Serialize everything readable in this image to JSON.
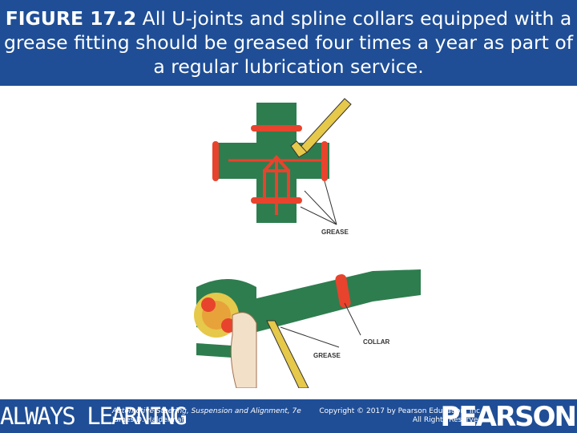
{
  "slide": {
    "figure_label": "FIGURE 17.2",
    "caption": " All U-joints and spline collars equipped with a grease fitting should be greased four times a year as part of a regular lubrication service."
  },
  "illustration": {
    "callout_grease_top": "GREASE",
    "callout_collar": "COLLAR",
    "callout_grease_bottom": "GREASE"
  },
  "footer": {
    "brand_left": "ALWAYS LEARNING",
    "book_title": "Automotive Steering, Suspension and Alignment, 7e",
    "book_author": "James D. Halderman",
    "copyright_line1": "Copyright © 2017 by Pearson Education, Inc.",
    "copyright_line2": "All Rights Reserved",
    "brand_right": "PEARSON"
  },
  "colors": {
    "header_bg": "#1f4e96",
    "joint_green": "#2e7d4f",
    "grease_red": "#e8432d",
    "fitting_yellow": "#e6c84a"
  }
}
